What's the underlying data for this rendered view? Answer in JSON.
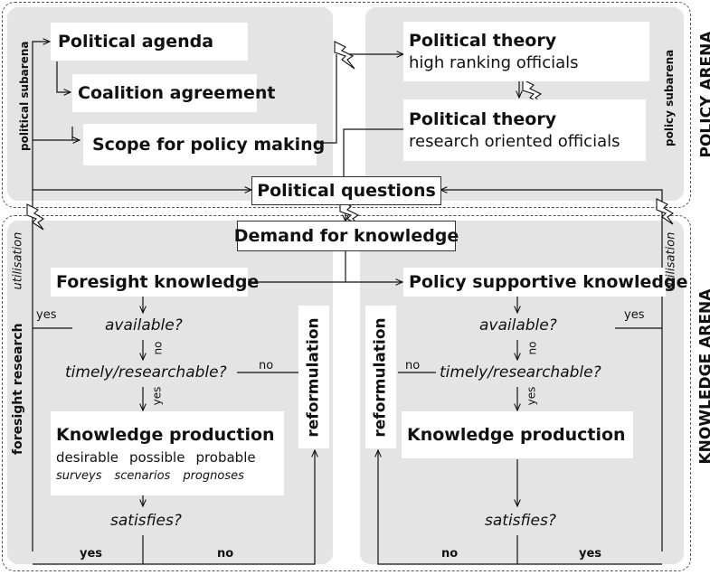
{
  "policy": {
    "political_agenda": "Political agenda",
    "coalition_agreement": "Coalition agreement",
    "scope": "Scope for policy making",
    "theory_high_title": "Political theory",
    "theory_high_sub": "high ranking officials",
    "theory_research_title": "Political theory",
    "theory_research_sub": "research oriented officials",
    "political_subarena": "political subarena",
    "policy_subarena": "policy subarena",
    "arena_label": "POLICY ARENA"
  },
  "center": {
    "political_questions": "Political questions",
    "demand": "Demand for knowledge"
  },
  "knowledge": {
    "arena_label": "KNOWLEDGE ARENA",
    "left": {
      "title": "Foresight knowledge",
      "available": "available?",
      "no1": "no",
      "timely": "timely/researchable?",
      "yes1": "yes",
      "production": "Knowledge production",
      "desirable": "desirable",
      "possible": "possible",
      "probable": "probable",
      "surveys": "surveys",
      "scenarios": "scenarios",
      "prognoses": "prognoses",
      "satisfies": "satisfies?",
      "yes_side": "yes",
      "no_side": "no",
      "yes_bottom": "yes",
      "no_bottom": "no",
      "reformulation": "reformulation",
      "utilisation": "utilisation",
      "foresight_research": "foresight research"
    },
    "right": {
      "title": "Policy supportive knowledge",
      "available": "available?",
      "no1": "no",
      "timely": "timely/researchable?",
      "yes1": "yes",
      "production": "Knowledge production",
      "satisfies": "satisfies?",
      "yes_side": "yes",
      "no_side": "no",
      "no_bottom": "no",
      "yes_bottom": "yes",
      "reformulation": "reformulation",
      "utilisation": "utilisation"
    }
  }
}
